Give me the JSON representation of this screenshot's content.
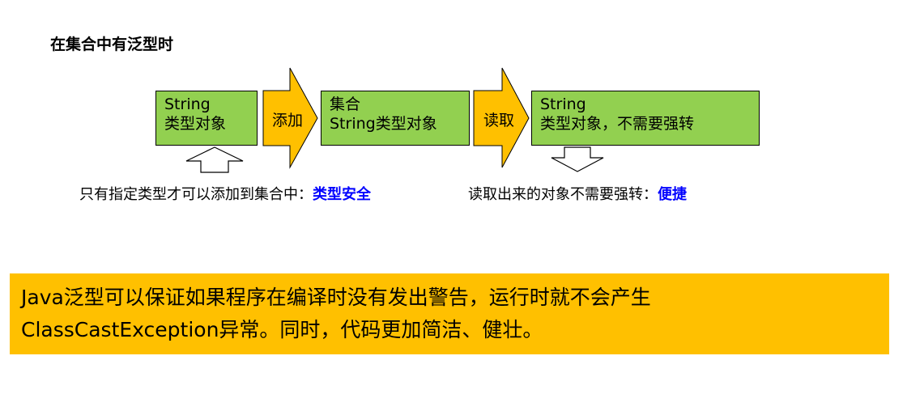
{
  "title": "在集合中有泛型时",
  "flow": {
    "box1": {
      "line1": "String",
      "line2": "类型对象"
    },
    "arrow1": "添加",
    "box2": {
      "line1": "集合",
      "line2": "String类型对象"
    },
    "arrow2": "读取",
    "box3": {
      "line1": "String",
      "line2": "类型对象，不需要强转"
    }
  },
  "captions": {
    "left": {
      "text": "只有指定类型才可以添加到集合中：",
      "emphasis": "类型安全"
    },
    "right": {
      "text": "读取出来的对象不需要强转：",
      "emphasis": "便捷"
    }
  },
  "banner": {
    "line1": "Java泛型可以保证如果程序在编译时没有发出警告，运行时就不会产生",
    "line2": "ClassCastException异常。同时，代码更加简洁、健壮。"
  },
  "colors": {
    "box_fill": "#92d050",
    "arrow_fill": "#ffc000",
    "banner_fill": "#ffc000",
    "emphasis_text": "#0000ff"
  }
}
